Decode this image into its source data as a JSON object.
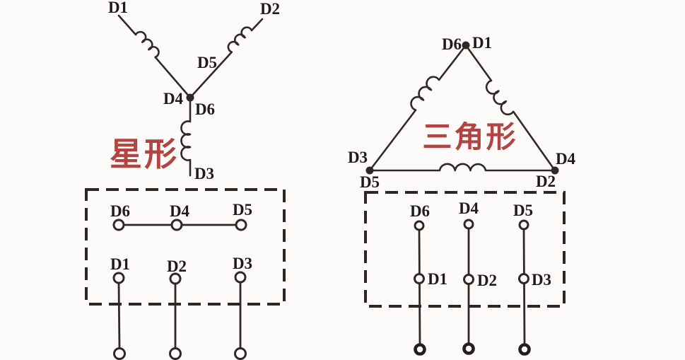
{
  "colors": {
    "line": "#2d2a26",
    "label": "#1e1b18",
    "accent_red": "#b24444",
    "background": "#fcfbf9"
  },
  "star_diagram": {
    "title": "星形",
    "labels": {
      "d1": "D1",
      "d2": "D2",
      "d3": "D3",
      "d4": "D4",
      "d5": "D5",
      "d6": "D6"
    }
  },
  "star_box": {
    "top_row": [
      "D6",
      "D4",
      "D5"
    ],
    "bottom_row": [
      "D1",
      "D2",
      "D3"
    ]
  },
  "delta_diagram": {
    "title": "三角形",
    "labels": {
      "d1": "D1",
      "d2": "D2",
      "d3": "D3",
      "d4": "D4",
      "d5": "D5",
      "d6": "D6"
    }
  },
  "delta_box": {
    "top_row": [
      "D6",
      "D4",
      "D5"
    ],
    "middle_row": [
      "D1",
      "D2",
      "D3"
    ]
  }
}
